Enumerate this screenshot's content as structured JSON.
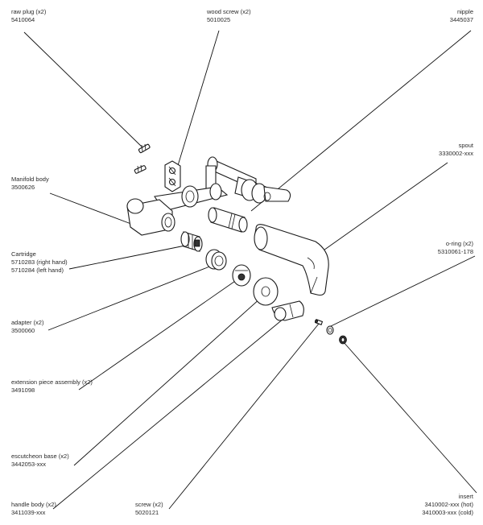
{
  "parts": [
    {
      "name": "raw plug (x2)",
      "code": "5410064"
    },
    {
      "name": "wood screw (x2)",
      "code": "5010025"
    },
    {
      "name": "nipple",
      "code": "3445037"
    },
    {
      "name": "spout",
      "code": "3330002-xxx"
    },
    {
      "name": "Manifold body",
      "code": "3500626"
    },
    {
      "name": "o-ring (x2)",
      "code": "5310061-178"
    },
    {
      "name": "Cartridge",
      "code": "5710283 (right hand)",
      "code2": "5710284 (left hand)"
    },
    {
      "name": "adapter (x2)",
      "code": "3500060"
    },
    {
      "name": "extension piece assembly (x2)",
      "code": "3491098"
    },
    {
      "name": "escutcheon base (x2)",
      "code": "3442053-xxx"
    },
    {
      "name": "handle body (x2)",
      "code": "3411039-xxx"
    },
    {
      "name": "screw (x2)",
      "code": "5020121"
    },
    {
      "name": "insert",
      "code": "3410002-xxx (hot)",
      "code2": "3410003-xxx (cold)"
    }
  ]
}
